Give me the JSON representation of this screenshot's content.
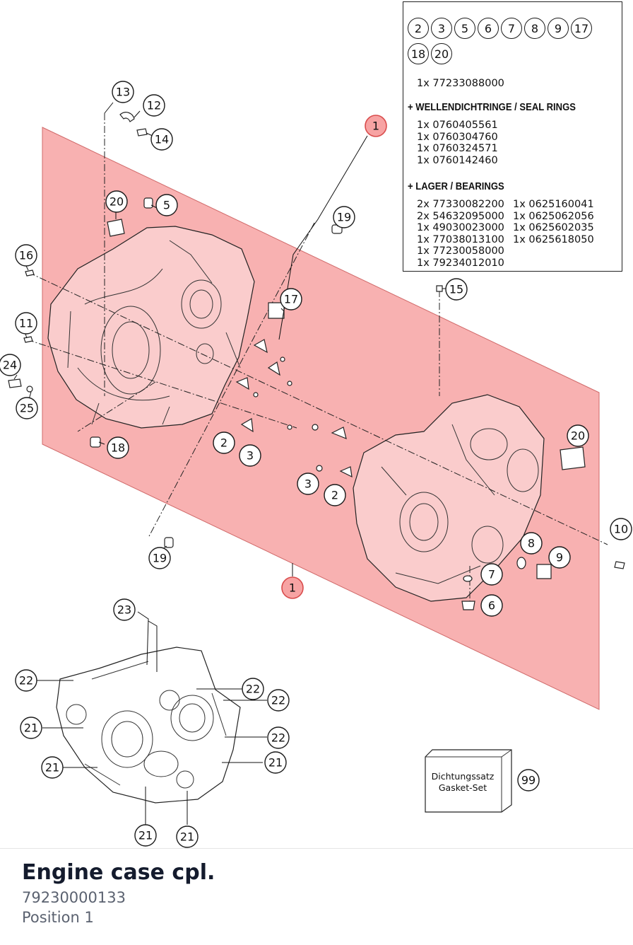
{
  "kit_callouts": [
    "2",
    "3",
    "5",
    "6",
    "7",
    "8",
    "9",
    "17",
    "18",
    "20"
  ],
  "kit_line": "1x 77233088000",
  "seals": {
    "heading": "+ WELLENDICHTRINGE / SEAL RINGS",
    "items": [
      "1x 0760405561",
      "1x 0760304760",
      "1x 0760324571",
      "1x 0760142460"
    ]
  },
  "bearings": {
    "heading": "+ LAGER / BEARINGS",
    "column_left": [
      "2x 77330082200",
      "2x 54632095000",
      "1x 49030023000",
      "1x 77038013100",
      "1x 77230058000",
      "1x 79234012010"
    ],
    "column_right": [
      "1x 0625160041",
      "1x 0625062056",
      "1x 0625602035",
      "1x 0625618050"
    ]
  },
  "callouts": {
    "c1a": "1",
    "c1b": "1",
    "c2a": "2",
    "c2b": "2",
    "c3a": "3",
    "c3b": "3",
    "c5": "5",
    "c6": "6",
    "c7": "7",
    "c8": "8",
    "c9": "9",
    "c10": "10",
    "c11": "11",
    "c12": "12",
    "c13": "13",
    "c14": "14",
    "c15": "15",
    "c16": "16",
    "c17": "17",
    "c18": "18",
    "c19a": "19",
    "c19b": "19",
    "c20a": "20",
    "c20b": "20",
    "c21a": "21",
    "c21b": "21",
    "c21c": "21",
    "c21d": "21",
    "c21e": "21",
    "c22a": "22",
    "c22b": "22",
    "c22c": "22",
    "c22d": "22",
    "c23": "23",
    "c24": "24",
    "c25": "25",
    "c99": "99"
  },
  "gasket_set": {
    "line1": "Dichtungssatz",
    "line2": "Gasket-Set"
  },
  "footer": {
    "title": "Engine case cpl.",
    "part_number": "79230000133",
    "position": "Position 1"
  },
  "colors": {
    "highlight_fill": "#f7a3a3",
    "highlight_stroke": "#d94c4c",
    "title_text": "#141b2d",
    "muted_text": "#5b6270"
  }
}
